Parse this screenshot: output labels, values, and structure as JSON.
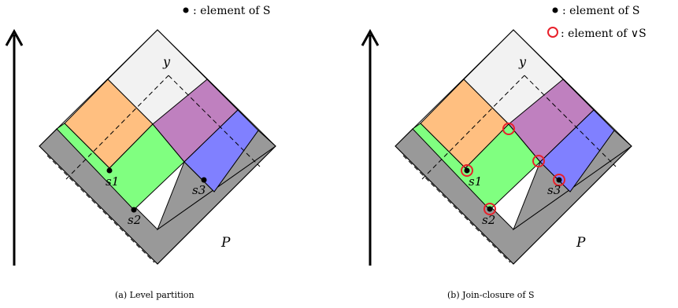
{
  "panels": [
    {
      "caption": "(a) Level partition",
      "legend": [
        {
          "text": ": element of S",
          "marker": "filled-dot"
        }
      ],
      "point_labels": [
        "s1",
        "s2",
        "s3"
      ],
      "top_label": "y",
      "poset_label": "P"
    },
    {
      "caption": "(b) Join-closure of S",
      "legend": [
        {
          "text": ": element of S",
          "marker": "filled-dot"
        },
        {
          "text": ": element of ∨S",
          "marker": "red-circle"
        }
      ],
      "point_labels": [
        "s1",
        "s2",
        "s3"
      ],
      "top_label": "y",
      "poset_label": "P"
    }
  ],
  "colors": {
    "gray": "#999999",
    "light_gray": "#f2f2f2",
    "orange": "#ffbf80",
    "green": "#80ff80",
    "purple": "#bf80bf",
    "blue": "#8080ff",
    "red_circle": "#e8202a"
  }
}
